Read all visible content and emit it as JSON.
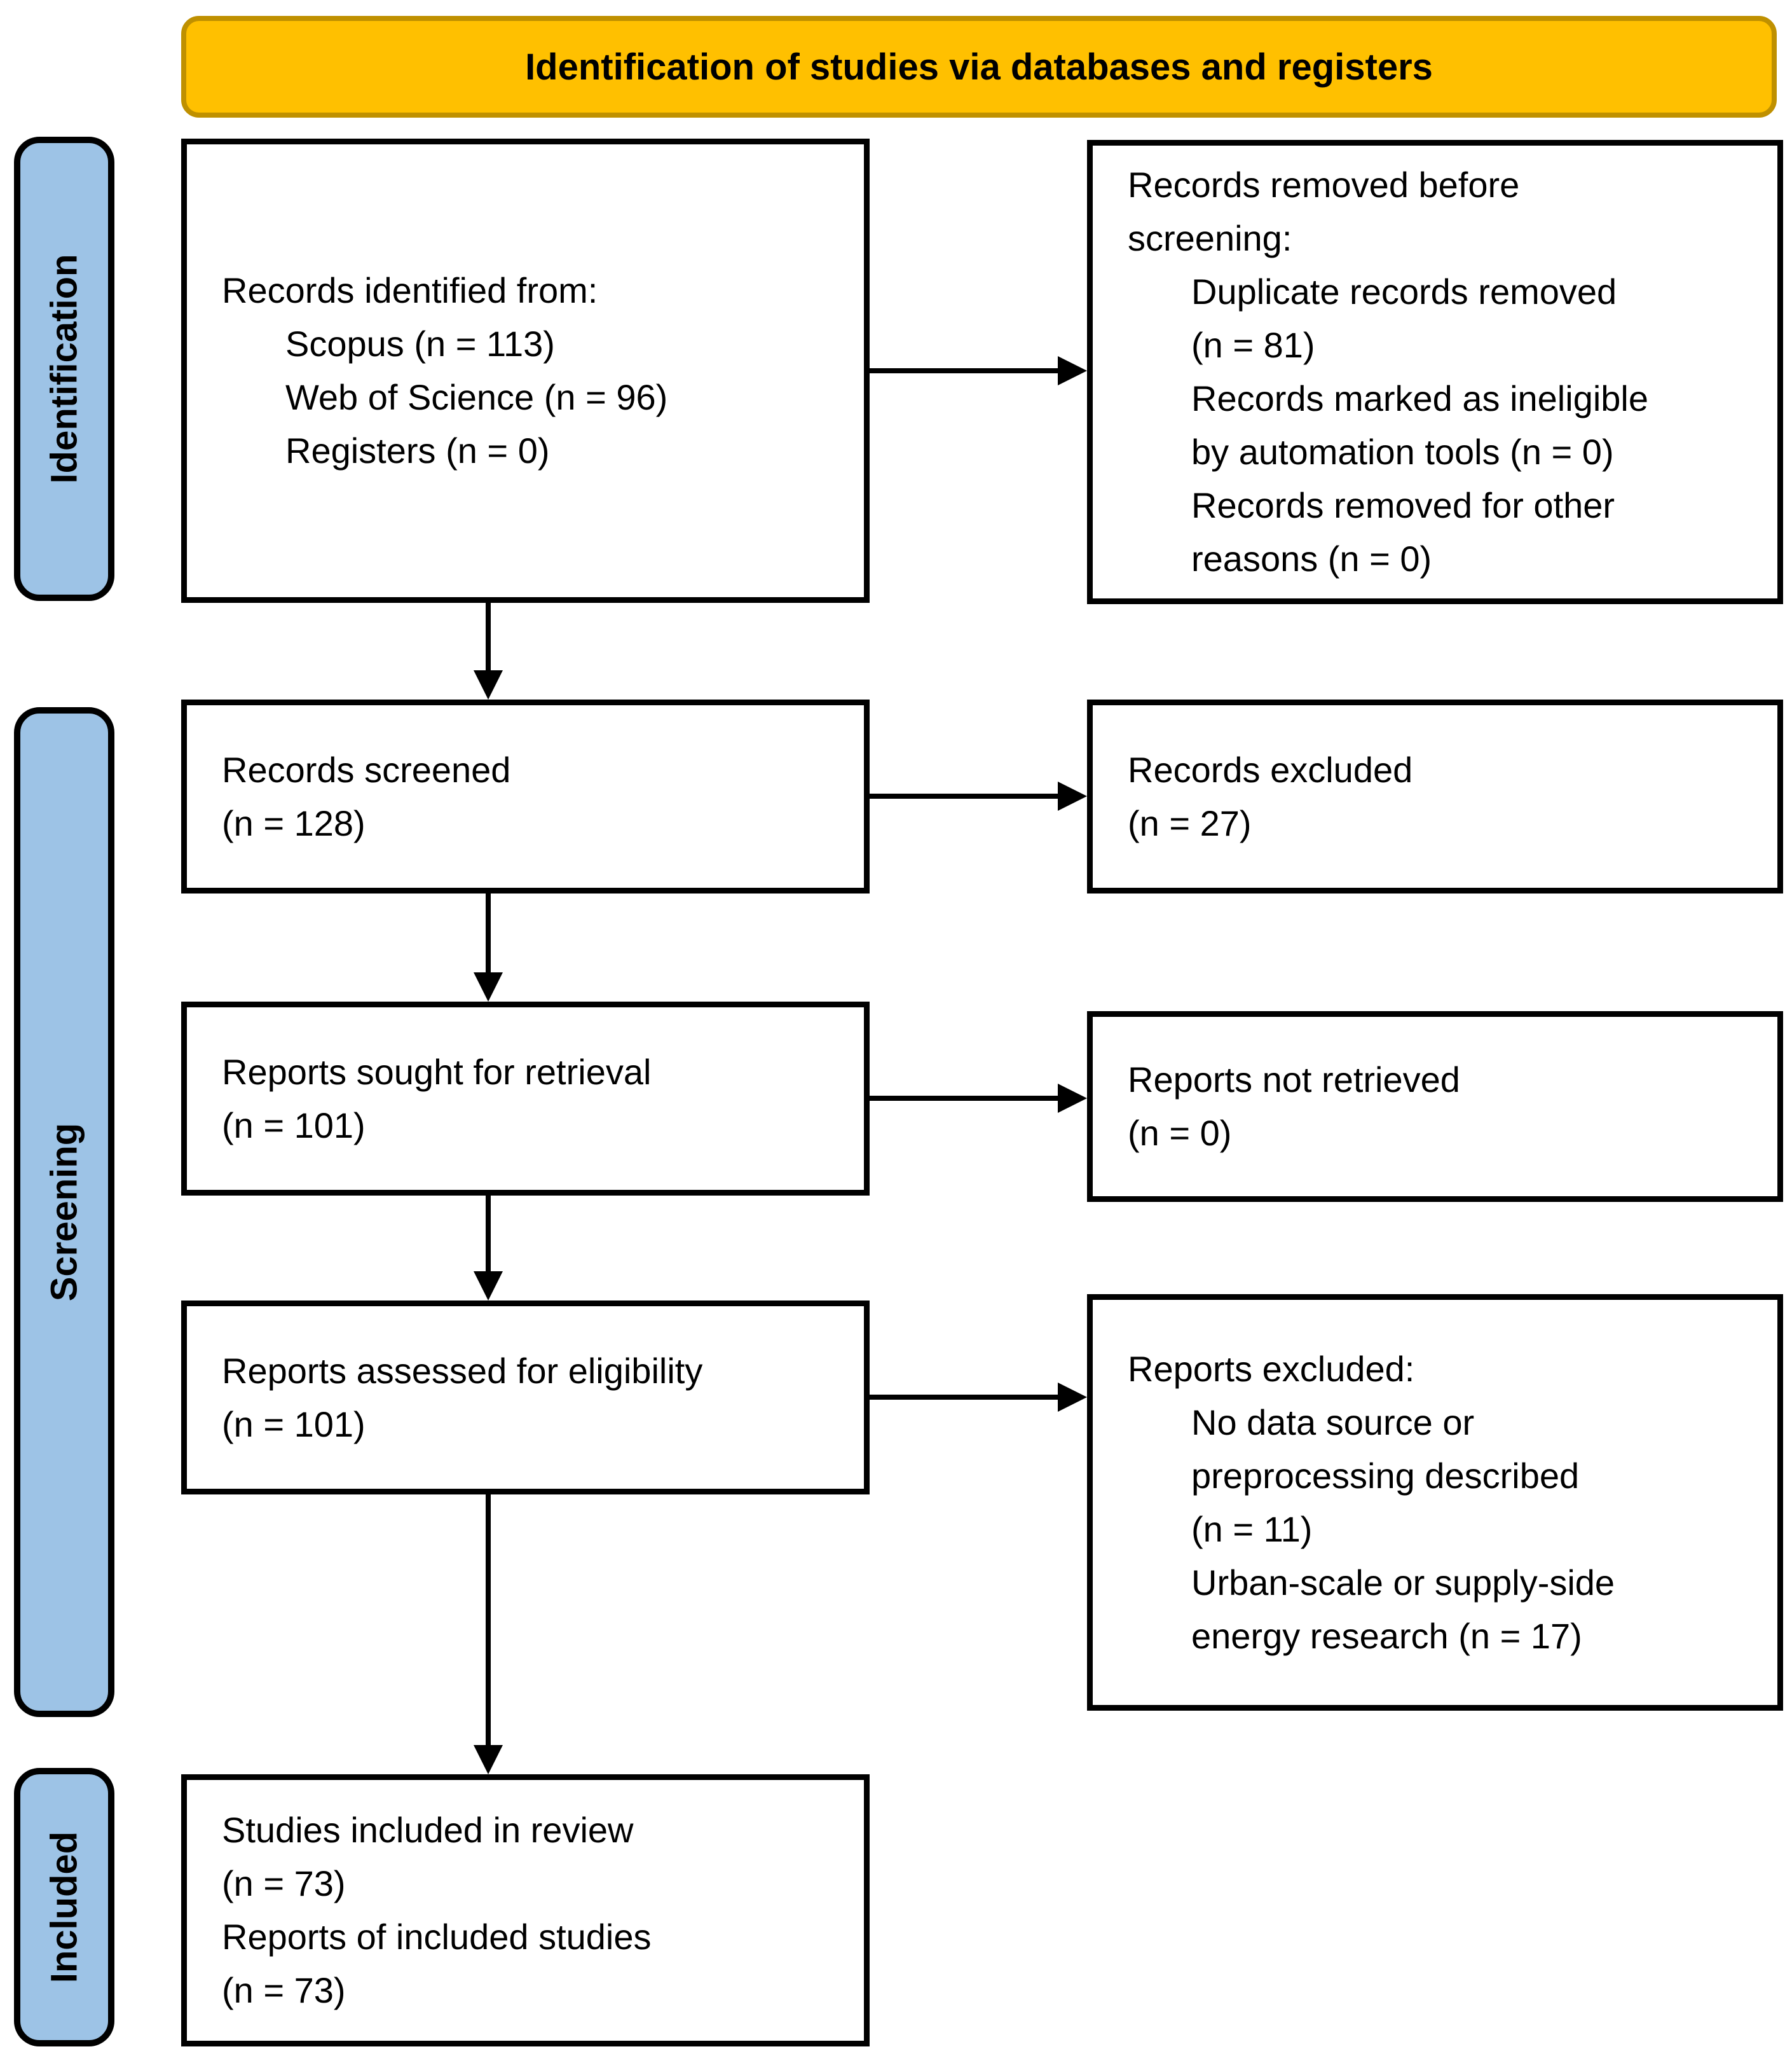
{
  "title": "Identification of studies via databases and registers",
  "stages": [
    {
      "id": "identification",
      "label": "Identification"
    },
    {
      "id": "screening",
      "label": "Screening"
    },
    {
      "id": "included",
      "label": "Included"
    }
  ],
  "boxes": {
    "records_identified": {
      "intro": "Records identified from:",
      "items": [
        "Scopus (n = 113)",
        "Web of Science (n = 96)",
        "Registers (n = 0)"
      ]
    },
    "records_removed": {
      "intro": "Records removed before\nscreening:",
      "items": [
        "Duplicate records removed\n(n = 81)",
        "Records marked as ineligible\nby automation tools (n = 0)",
        "Records removed for other\nreasons (n = 0)"
      ]
    },
    "records_screened": {
      "text": "Records screened\n(n = 128)"
    },
    "records_excluded": {
      "text": "Records excluded\n(n = 27)"
    },
    "reports_sought": {
      "text": "Reports sought for retrieval\n(n = 101)"
    },
    "reports_not_retrieved": {
      "text": "Reports not retrieved\n(n = 0)"
    },
    "reports_assessed": {
      "text": "Reports assessed for eligibility\n(n = 101)"
    },
    "reports_excluded": {
      "intro": "Reports excluded:",
      "items": [
        "No data source or\npreprocessing described\n(n = 11)",
        "Urban-scale or supply-side\nenergy research (n = 17)"
      ]
    },
    "included": {
      "text": "Studies included in review\n(n = 73)\nReports of included studies\n(n = 73)"
    }
  },
  "colors": {
    "banner_fill": "#FFC000",
    "banner_border": "#BF9000",
    "stage_fill": "#9DC3E6",
    "line_color": "#000000"
  }
}
